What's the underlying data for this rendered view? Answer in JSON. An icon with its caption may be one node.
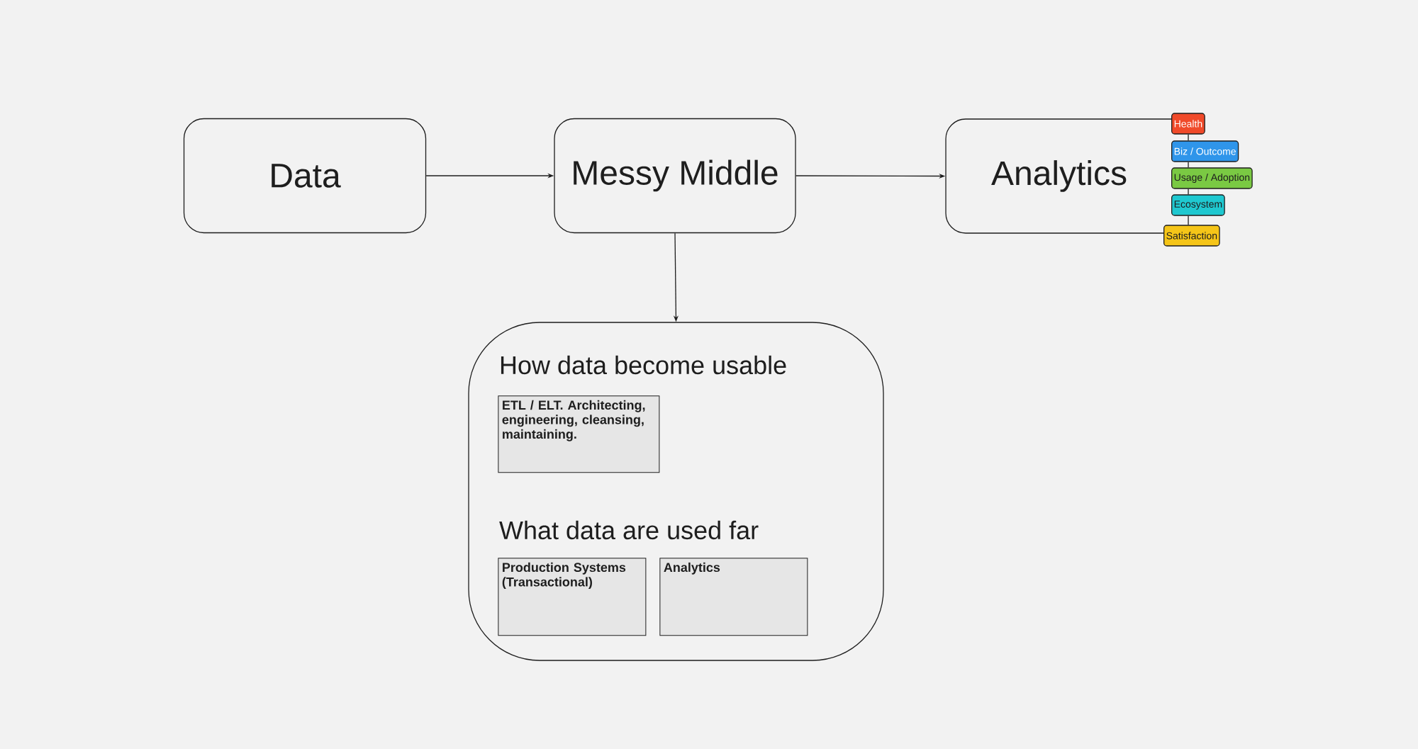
{
  "diagram": {
    "nodes": [
      {
        "text": [
          "Data"
        ]
      },
      {
        "text": [
          "Messy Middle"
        ]
      },
      {
        "text": [
          "Analytics"
        ]
      },
      {
        "text": [
          "Health"
        ]
      },
      {
        "text": [
          "Biz / Outcome"
        ]
      },
      {
        "text": [
          "Usage / Adoption"
        ]
      },
      {
        "text": [
          "Ecosystem"
        ]
      },
      {
        "text": [
          "Satisfaction"
        ]
      },
      {
        "text": [
          "How data become usable",
          "What data are used far"
        ]
      },
      {
        "text": [
          "ETL / ELT. Architecting, engineering, cleansing, maintaining."
        ],
        "in": 8
      },
      {
        "text": [
          "Production Systems (Transactional)"
        ],
        "in": 8
      },
      {
        "text": [
          "Analytics"
        ],
        "in": 8
      }
    ],
    "edges": [
      {
        "from": 0,
        "to": 1,
        "arrow": "to"
      },
      {
        "from": 1,
        "to": 2,
        "arrow": "to"
      },
      {
        "from": 1,
        "to": 8,
        "arrow": "to"
      },
      {
        "from": 3,
        "to": 4,
        "arrow": "none"
      },
      {
        "from": 4,
        "to": 5,
        "arrow": "none"
      },
      {
        "from": 5,
        "to": 6,
        "arrow": "none"
      },
      {
        "from": 6,
        "to": 7,
        "arrow": "none"
      }
    ]
  }
}
